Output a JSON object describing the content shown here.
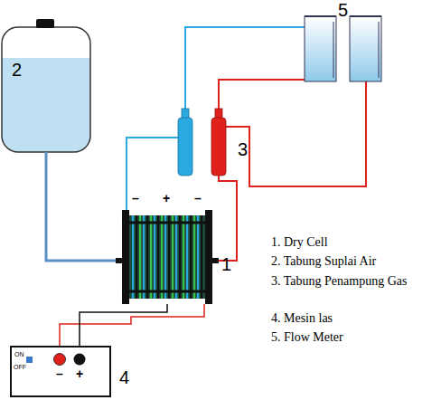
{
  "diagram": {
    "labels": [
      "2",
      "3",
      "5",
      "1",
      "4",
      "–",
      "+",
      "–",
      "ON",
      "OFF",
      "–",
      "+",
      "1. Dry Cell",
      "2. Tabung Suplai Air",
      "3. Tabung Penampung Gas",
      "4. Mesin las",
      "5. Flow Meter"
    ]
  }
}
